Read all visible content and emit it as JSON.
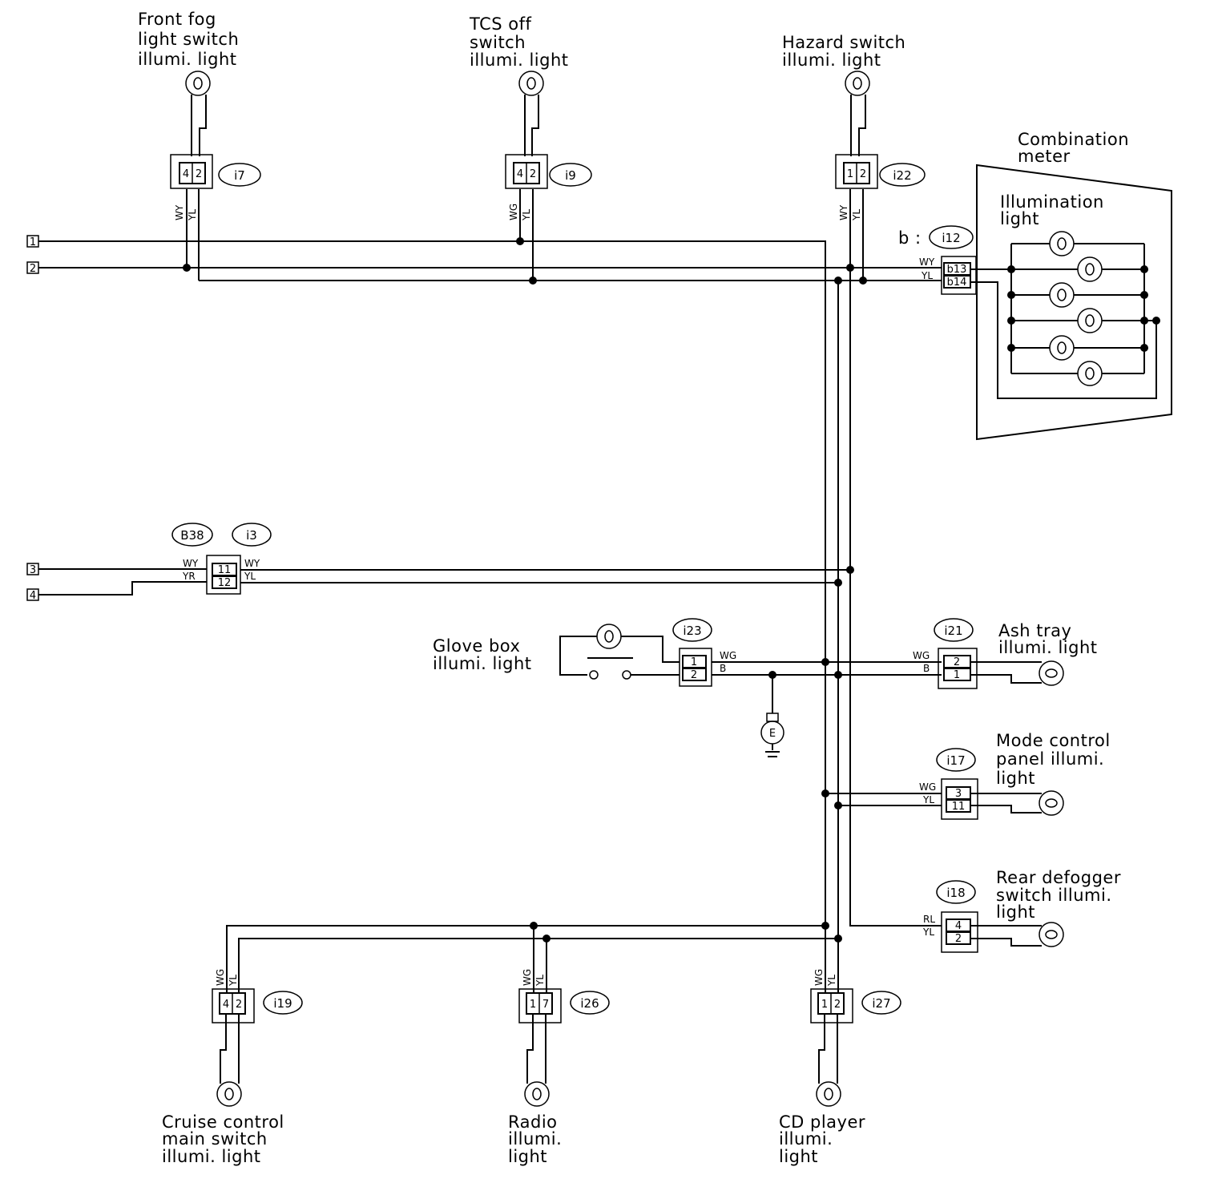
{
  "components": {
    "front_fog": [
      "Front fog",
      "light switch",
      "illumi. light"
    ],
    "tcs_off": [
      "TCS off",
      "switch",
      "illumi. light"
    ],
    "hazard": [
      "Hazard switch",
      "illumi. light"
    ],
    "combination_meter": [
      "Combination",
      "meter"
    ],
    "illumination_light": [
      "Illumination",
      "light"
    ],
    "glove_box": [
      "Glove box",
      "illumi. light"
    ],
    "ash_tray": [
      "Ash tray",
      "illumi. light"
    ],
    "mode_control": [
      "Mode control",
      "panel illumi.",
      "light"
    ],
    "rear_defogger": [
      "Rear defogger",
      "switch illumi.",
      "light"
    ],
    "cruise_control": [
      "Cruise control",
      "main switch",
      "illumi. light"
    ],
    "radio": [
      "Radio",
      "illumi.",
      "light"
    ],
    "cd_player": [
      "CD player",
      "illumi.",
      "light"
    ]
  },
  "connectors": {
    "i7": "i7",
    "i9": "i9",
    "i22": "i22",
    "i12": "i12",
    "b_prefix": "b :",
    "b38": "B38",
    "i3": "i3",
    "i23": "i23",
    "i21": "i21",
    "i17": "i17",
    "i18": "i18",
    "i19": "i19",
    "i26": "i26",
    "i27": "i27"
  },
  "terminals": [
    "1",
    "2",
    "3",
    "4"
  ],
  "pins": {
    "i7": [
      "4",
      "2"
    ],
    "i9": [
      "4",
      "2"
    ],
    "i22": [
      "1",
      "2"
    ],
    "i12": [
      "b13",
      "b14"
    ],
    "i3": [
      "11",
      "12"
    ],
    "i23": [
      "1",
      "2"
    ],
    "i21": [
      "2",
      "1"
    ],
    "i17": [
      "3",
      "11"
    ],
    "i18": [
      "4",
      "2"
    ],
    "i19": [
      "4",
      "2"
    ],
    "i26": [
      "1",
      "7"
    ],
    "i27": [
      "1",
      "2"
    ]
  },
  "wire_colors": {
    "i7": [
      "WY",
      "YL"
    ],
    "i9": [
      "WG",
      "YL"
    ],
    "i22": [
      "WY",
      "YL"
    ],
    "i12": [
      "WY",
      "YL"
    ],
    "i3_left": [
      "WY",
      "YR"
    ],
    "i3_right": [
      "WY",
      "YL"
    ],
    "i23": [
      "WG",
      "B"
    ],
    "i21": [
      "WG",
      "B"
    ],
    "i17": [
      "WG",
      "YL"
    ],
    "i18": [
      "RL",
      "YL"
    ],
    "i19": [
      "WG",
      "YL"
    ],
    "i26": [
      "WG",
      "YL"
    ],
    "i27": [
      "WG",
      "YL"
    ]
  },
  "ground_symbol": "E"
}
